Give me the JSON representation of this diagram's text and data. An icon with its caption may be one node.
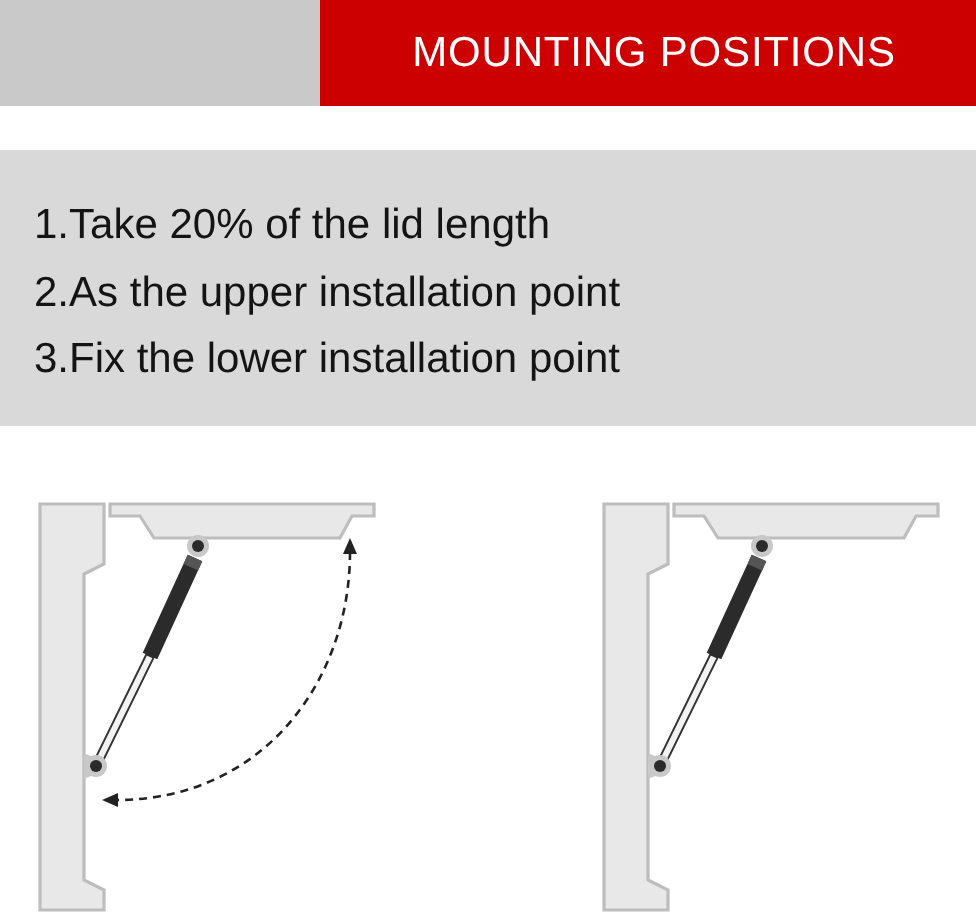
{
  "diagram": {
    "title": "MOUNTING POSITIONS",
    "labels": [
      "1.Take 20% of the lid length",
      "2.As the upper installation point",
      "3.Fix the lower installation point"
    ]
  }
}
